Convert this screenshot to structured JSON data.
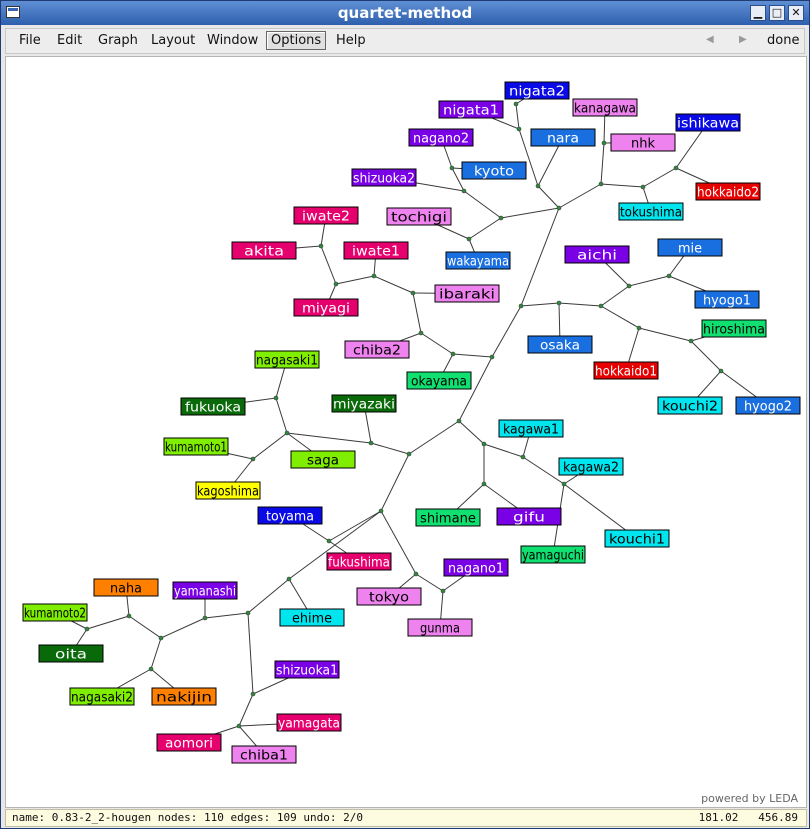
{
  "window": {
    "title": "quartet-method"
  },
  "menu": {
    "items": [
      "File",
      "Edit",
      "Graph",
      "Layout",
      "Window",
      "Options",
      "Help"
    ],
    "active": "Options",
    "prev_arrow": "◀",
    "next_arrow": "▶",
    "done_label": "done"
  },
  "canvas": {
    "powered_by": "powered by LEDA"
  },
  "status": {
    "info": "name: 0.83-2_2-hougen  nodes: 110 edges: 109 undo: 2/0",
    "x": "181.02",
    "y": "456.89"
  },
  "colors": {
    "edge": "#3a3a3a",
    "node_dot": "#3a3a3a",
    "title_gradient_top": "#5f8fd3",
    "title_gradient_bottom": "#2e5fae"
  },
  "graph": {
    "leaves": [
      {
        "id": "nigata2",
        "label": "nigata2",
        "fill": "#0a0ae6",
        "text": "#fff"
      },
      {
        "id": "nigata1",
        "label": "nigata1",
        "fill": "#7a00e6",
        "text": "#fff"
      },
      {
        "id": "kanagawa",
        "label": "kanagawa",
        "fill": "#ee82ee",
        "text": "#000"
      },
      {
        "id": "nara",
        "label": "nara",
        "fill": "#1a6fe0",
        "text": "#fff"
      },
      {
        "id": "nhk",
        "label": "nhk",
        "fill": "#ee82ee",
        "text": "#000"
      },
      {
        "id": "ishikawa",
        "label": "ishikawa",
        "fill": "#0a0ae6",
        "text": "#fff"
      },
      {
        "id": "nagano2",
        "label": "nagano2",
        "fill": "#7a00e6",
        "text": "#fff"
      },
      {
        "id": "kyoto",
        "label": "kyoto",
        "fill": "#1a6fe0",
        "text": "#fff"
      },
      {
        "id": "shizuoka2",
        "label": "shizuoka2",
        "fill": "#7a00e6",
        "text": "#fff"
      },
      {
        "id": "hokkaido2",
        "label": "hokkaido2",
        "fill": "#e60000",
        "text": "#fff"
      },
      {
        "id": "tochigi",
        "label": "tochigi",
        "fill": "#ee82ee",
        "text": "#000"
      },
      {
        "id": "tokushima",
        "label": "tokushima",
        "fill": "#00e5ee",
        "text": "#000"
      },
      {
        "id": "iwate2",
        "label": "iwate2",
        "fill": "#e6006e",
        "text": "#fff"
      },
      {
        "id": "akita",
        "label": "akita",
        "fill": "#e6006e",
        "text": "#fff"
      },
      {
        "id": "iwate1",
        "label": "iwate1",
        "fill": "#e6006e",
        "text": "#fff"
      },
      {
        "id": "wakayama",
        "label": "wakayama",
        "fill": "#1a6fe0",
        "text": "#fff"
      },
      {
        "id": "aichi",
        "label": "aichi",
        "fill": "#7a00e6",
        "text": "#fff"
      },
      {
        "id": "mie",
        "label": "mie",
        "fill": "#1a6fe0",
        "text": "#fff"
      },
      {
        "id": "ibaraki",
        "label": "ibaraki",
        "fill": "#ee82ee",
        "text": "#000"
      },
      {
        "id": "hyogo1",
        "label": "hyogo1",
        "fill": "#1a6fe0",
        "text": "#fff"
      },
      {
        "id": "miyagi",
        "label": "miyagi",
        "fill": "#e6006e",
        "text": "#fff"
      },
      {
        "id": "hiroshima",
        "label": "hiroshima",
        "fill": "#10e070",
        "text": "#000"
      },
      {
        "id": "chiba2",
        "label": "chiba2",
        "fill": "#ee82ee",
        "text": "#000"
      },
      {
        "id": "osaka",
        "label": "osaka",
        "fill": "#1a6fe0",
        "text": "#fff"
      },
      {
        "id": "nagasaki1",
        "label": "nagasaki1",
        "fill": "#7fee00",
        "text": "#000"
      },
      {
        "id": "hokkaido1",
        "label": "hokkaido1",
        "fill": "#e60000",
        "text": "#fff"
      },
      {
        "id": "okayama",
        "label": "okayama",
        "fill": "#10e070",
        "text": "#000"
      },
      {
        "id": "fukuoka",
        "label": "fukuoka",
        "fill": "#0a6a0a",
        "text": "#fff"
      },
      {
        "id": "miyazaki",
        "label": "miyazaki",
        "fill": "#0a6a0a",
        "text": "#fff"
      },
      {
        "id": "kouchi2",
        "label": "kouchi2",
        "fill": "#00e5ee",
        "text": "#000"
      },
      {
        "id": "hyogo2",
        "label": "hyogo2",
        "fill": "#1a6fe0",
        "text": "#fff"
      },
      {
        "id": "kagawa1",
        "label": "kagawa1",
        "fill": "#00e5ee",
        "text": "#000"
      },
      {
        "id": "kumamoto1",
        "label": "kumamoto1",
        "fill": "#7fee00",
        "text": "#000"
      },
      {
        "id": "saga",
        "label": "saga",
        "fill": "#7fee00",
        "text": "#000"
      },
      {
        "id": "kagawa2",
        "label": "kagawa2",
        "fill": "#00e5ee",
        "text": "#000"
      },
      {
        "id": "kagoshima",
        "label": "kagoshima",
        "fill": "#ffff00",
        "text": "#000"
      },
      {
        "id": "toyama",
        "label": "toyama",
        "fill": "#0a0ae6",
        "text": "#fff"
      },
      {
        "id": "shimane",
        "label": "shimane",
        "fill": "#10e070",
        "text": "#000"
      },
      {
        "id": "gifu",
        "label": "gifu",
        "fill": "#7a00e6",
        "text": "#fff"
      },
      {
        "id": "kouchi1",
        "label": "kouchi1",
        "fill": "#00e5ee",
        "text": "#000"
      },
      {
        "id": "yamaguchi",
        "label": "yamaguchi",
        "fill": "#10e070",
        "text": "#000"
      },
      {
        "id": "fukushima",
        "label": "fukushima",
        "fill": "#e6006e",
        "text": "#fff"
      },
      {
        "id": "nagano1",
        "label": "nagano1",
        "fill": "#7a00e6",
        "text": "#fff"
      },
      {
        "id": "naha",
        "label": "naha",
        "fill": "#ff8000",
        "text": "#000"
      },
      {
        "id": "yamanashi",
        "label": "yamanashi",
        "fill": "#7a00e6",
        "text": "#fff"
      },
      {
        "id": "kumamoto2",
        "label": "kumamoto2",
        "fill": "#7fee00",
        "text": "#000"
      },
      {
        "id": "tokyo",
        "label": "tokyo",
        "fill": "#ee82ee",
        "text": "#000"
      },
      {
        "id": "ehime",
        "label": "ehime",
        "fill": "#00e5ee",
        "text": "#000"
      },
      {
        "id": "gunma",
        "label": "gunma",
        "fill": "#ee82ee",
        "text": "#000"
      },
      {
        "id": "oita",
        "label": "oita",
        "fill": "#0a6a0a",
        "text": "#fff"
      },
      {
        "id": "shizuoka1",
        "label": "shizuoka1",
        "fill": "#7a00e6",
        "text": "#fff"
      },
      {
        "id": "nagasaki2",
        "label": "nagasaki2",
        "fill": "#7fee00",
        "text": "#000"
      },
      {
        "id": "nakijin",
        "label": "nakijin",
        "fill": "#ff8000",
        "text": "#000"
      },
      {
        "id": "yamagata",
        "label": "yamagata",
        "fill": "#e6006e",
        "text": "#fff"
      },
      {
        "id": "aomori",
        "label": "aomori",
        "fill": "#e6006e",
        "text": "#fff"
      },
      {
        "id": "chiba1",
        "label": "chiba1",
        "fill": "#ee82ee",
        "text": "#000"
      }
    ]
  }
}
